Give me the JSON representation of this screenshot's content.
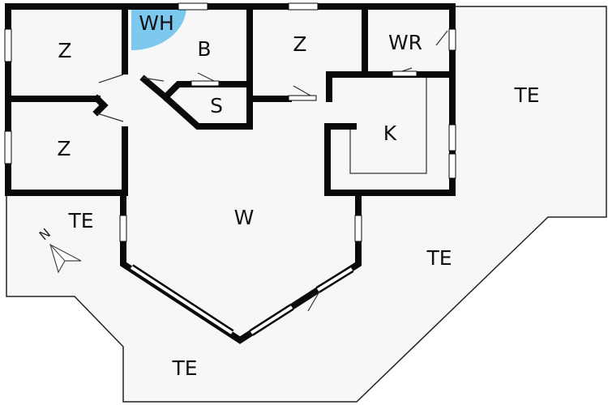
{
  "floorplan": {
    "rooms": {
      "z_top_left": "Z",
      "wh": "WH",
      "b": "B",
      "z_top_middle": "Z",
      "wr": "WR",
      "s": "S",
      "k": "K",
      "z_left": "Z",
      "w": "W",
      "te_left": "TE",
      "te_right_top": "TE",
      "te_right": "TE",
      "te_bottom": "TE"
    },
    "compass": {
      "label": "N"
    }
  },
  "colors": {
    "wall": "#0a0a0a",
    "floor": "#f7f7f7",
    "terrace": "#f7f7f7",
    "outline": "#222222",
    "fixture": "#7dc8ef",
    "window": "#ffffff"
  }
}
